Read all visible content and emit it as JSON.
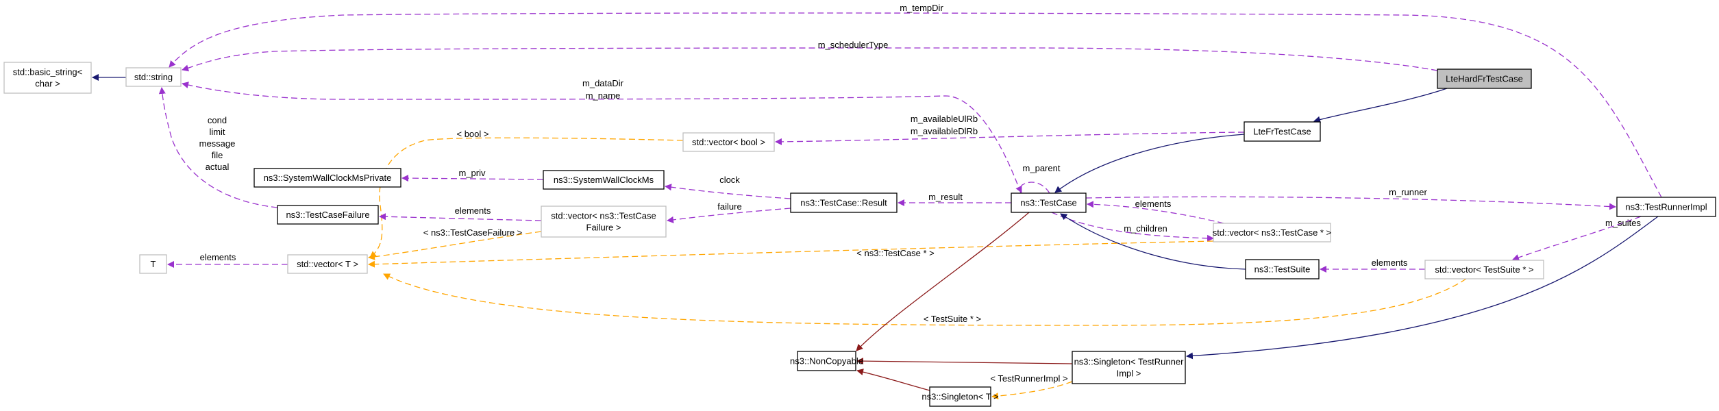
{
  "diagram": {
    "title": "Collaboration diagram for LteHardFrTestCase",
    "colors": {
      "inheritance": "#191970",
      "private_inheritance": "#8b1a1a",
      "usage": "#9a32cd",
      "template": "#ffa500",
      "node_border_documented": "#000000",
      "node_border_undocumented": "#bfbfbf",
      "focus_fill": "#bfbfbf"
    },
    "nodes": [
      {
        "id": "basic_string",
        "lines": [
          "std::basic_string<",
          "char >"
        ],
        "style": "undocumented"
      },
      {
        "id": "string",
        "lines": [
          "std::string"
        ],
        "style": "undocumented"
      },
      {
        "id": "LteHardFrTestCase",
        "lines": [
          "LteHardFrTestCase"
        ],
        "style": "focus"
      },
      {
        "id": "LteFrTestCase",
        "lines": [
          "LteFrTestCase"
        ],
        "style": "documented"
      },
      {
        "id": "vector_bool",
        "lines": [
          "std::vector< bool >"
        ],
        "style": "undocumented"
      },
      {
        "id": "SystemWallClockMsPrivate",
        "lines": [
          "ns3::SystemWallClockMsPrivate"
        ],
        "style": "documented"
      },
      {
        "id": "SystemWallClockMs",
        "lines": [
          "ns3::SystemWallClockMs"
        ],
        "style": "documented"
      },
      {
        "id": "TestCaseFailure",
        "lines": [
          "ns3::TestCaseFailure"
        ],
        "style": "documented"
      },
      {
        "id": "vector_TestCaseFailure",
        "lines": [
          "std::vector< ns3::TestCase",
          "Failure >"
        ],
        "style": "undocumented"
      },
      {
        "id": "TestCaseResult",
        "lines": [
          "ns3::TestCase::Result"
        ],
        "style": "documented"
      },
      {
        "id": "TestCase",
        "lines": [
          "ns3::TestCase"
        ],
        "style": "documented"
      },
      {
        "id": "T",
        "lines": [
          "T"
        ],
        "style": "undocumented"
      },
      {
        "id": "vector_T",
        "lines": [
          "std::vector< T >"
        ],
        "style": "undocumented"
      },
      {
        "id": "vector_TestCasePtr",
        "lines": [
          "std::vector< ns3::TestCase * >"
        ],
        "style": "undocumented"
      },
      {
        "id": "TestSuite",
        "lines": [
          "ns3::TestSuite"
        ],
        "style": "documented"
      },
      {
        "id": "TestRunnerImpl",
        "lines": [
          "ns3::TestRunnerImpl"
        ],
        "style": "documented"
      },
      {
        "id": "vector_TestSuitePtr",
        "lines": [
          "std::vector< TestSuite * >"
        ],
        "style": "undocumented"
      },
      {
        "id": "NonCopyable",
        "lines": [
          "ns3::NonCopyable"
        ],
        "style": "documented"
      },
      {
        "id": "Singleton_TestRunnerImpl",
        "lines": [
          "ns3::Singleton< TestRunner",
          "Impl >"
        ],
        "style": "documented"
      },
      {
        "id": "Singleton_T",
        "lines": [
          "ns3::Singleton< T >"
        ],
        "style": "documented"
      }
    ],
    "edges": [
      {
        "id": "e_string_basic",
        "from": "string",
        "to": "basic_string",
        "kind": "inheritance",
        "labels": []
      },
      {
        "id": "e_tempDir",
        "from": "TestRunnerImpl",
        "to": "string",
        "kind": "usage",
        "labels": [
          "m_tempDir"
        ]
      },
      {
        "id": "e_schedulerType",
        "from": "LteHardFrTestCase",
        "to": "string",
        "kind": "usage",
        "labels": [
          "m_schedulerType"
        ]
      },
      {
        "id": "e_dataDir_name",
        "from": "TestCase",
        "to": "string",
        "kind": "usage",
        "labels": [
          "m_dataDir",
          "m_name"
        ]
      },
      {
        "id": "e_failure_string",
        "from": "TestCaseFailure",
        "to": "string",
        "kind": "usage",
        "labels": [
          "cond",
          "limit",
          "message",
          "file",
          "actual"
        ]
      },
      {
        "id": "e_hard_fr",
        "from": "LteHardFrTestCase",
        "to": "LteFrTestCase",
        "kind": "inheritance",
        "labels": []
      },
      {
        "id": "e_fr_testcase",
        "from": "LteFrTestCase",
        "to": "TestCase",
        "kind": "inheritance",
        "labels": []
      },
      {
        "id": "e_availableRb",
        "from": "LteFrTestCase",
        "to": "vector_bool",
        "kind": "usage",
        "labels": [
          "m_availableUlRb",
          "m_availableDlRb"
        ]
      },
      {
        "id": "e_bool_tpl",
        "from": "vector_bool",
        "to": "vector_T",
        "kind": "template",
        "labels": [
          "< bool >"
        ]
      },
      {
        "id": "e_priv",
        "from": "SystemWallClockMs",
        "to": "SystemWallClockMsPrivate",
        "kind": "usage",
        "labels": [
          "m_priv"
        ]
      },
      {
        "id": "e_clock",
        "from": "TestCaseResult",
        "to": "SystemWallClockMs",
        "kind": "usage",
        "labels": [
          "clock"
        ]
      },
      {
        "id": "e_failure",
        "from": "TestCaseResult",
        "to": "vector_TestCaseFailure",
        "kind": "usage",
        "labels": [
          "failure"
        ]
      },
      {
        "id": "e_elements_failure",
        "from": "vector_TestCaseFailure",
        "to": "TestCaseFailure",
        "kind": "usage",
        "labels": [
          "elements"
        ]
      },
      {
        "id": "e_failure_tpl",
        "from": "vector_TestCaseFailure",
        "to": "vector_T",
        "kind": "template",
        "labels": [
          "< ns3::TestCaseFailure >"
        ]
      },
      {
        "id": "e_result",
        "from": "TestCase",
        "to": "TestCaseResult",
        "kind": "usage",
        "labels": [
          "m_result"
        ]
      },
      {
        "id": "e_parent",
        "from": "TestCase",
        "to": "TestCase",
        "kind": "usage",
        "labels": [
          "m_parent"
        ]
      },
      {
        "id": "e_runner",
        "from": "TestCase",
        "to": "TestRunnerImpl",
        "kind": "usage",
        "labels": [
          "m_runner"
        ]
      },
      {
        "id": "e_elements_tc",
        "from": "vector_TestCasePtr",
        "to": "TestCase",
        "kind": "usage",
        "labels": [
          "elements"
        ]
      },
      {
        "id": "e_children",
        "from": "TestCase",
        "to": "vector_TestCasePtr",
        "kind": "usage",
        "labels": [
          "m_children"
        ]
      },
      {
        "id": "e_tc_tpl",
        "from": "vector_TestCasePtr",
        "to": "vector_T",
        "kind": "template",
        "labels": [
          "< ns3::TestCase * >"
        ]
      },
      {
        "id": "e_elements_T",
        "from": "vector_T",
        "to": "T",
        "kind": "usage",
        "labels": [
          "elements"
        ]
      },
      {
        "id": "e_suite_testcase",
        "from": "TestSuite",
        "to": "TestCase",
        "kind": "inheritance",
        "labels": []
      },
      {
        "id": "e_elements_suite",
        "from": "vector_TestSuitePtr",
        "to": "TestSuite",
        "kind": "usage",
        "labels": [
          "elements"
        ]
      },
      {
        "id": "e_suites",
        "from": "TestRunnerImpl",
        "to": "vector_TestSuitePtr",
        "kind": "usage",
        "labels": [
          "m_suites"
        ]
      },
      {
        "id": "e_suite_tpl",
        "from": "vector_TestSuitePtr",
        "to": "vector_T",
        "kind": "template",
        "labels": [
          "< TestSuite * >"
        ]
      },
      {
        "id": "e_testcase_noncopy",
        "from": "TestCase",
        "to": "NonCopyable",
        "kind": "private_inheritance",
        "labels": []
      },
      {
        "id": "e_runner_singleton",
        "from": "TestRunnerImpl",
        "to": "Singleton_TestRunnerImpl",
        "kind": "inheritance",
        "labels": []
      },
      {
        "id": "e_singleton_noncopy",
        "from": "Singleton_TestRunnerImpl",
        "to": "NonCopyable",
        "kind": "private_inheritance",
        "labels": []
      },
      {
        "id": "e_singletonT_noncopy",
        "from": "Singleton_T",
        "to": "NonCopyable",
        "kind": "private_inheritance",
        "labels": []
      },
      {
        "id": "e_singleton_tpl",
        "from": "Singleton_TestRunnerImpl",
        "to": "Singleton_T",
        "kind": "template",
        "labels": [
          "< TestRunnerImpl >"
        ]
      }
    ]
  }
}
